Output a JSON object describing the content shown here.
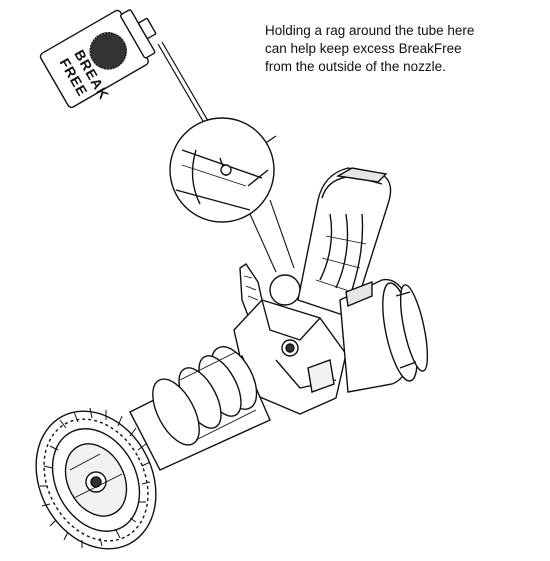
{
  "callout": {
    "line1": "Holding a rag around the tube here",
    "line2": "can help keep excess BreakFree",
    "line3": "from the outside of the nozzle."
  },
  "can": {
    "label_line1": "BREAK",
    "label_line2": "FREE"
  },
  "colors": {
    "ink": "#111111",
    "paper": "#ffffff",
    "shade": "#d9d9d9"
  }
}
